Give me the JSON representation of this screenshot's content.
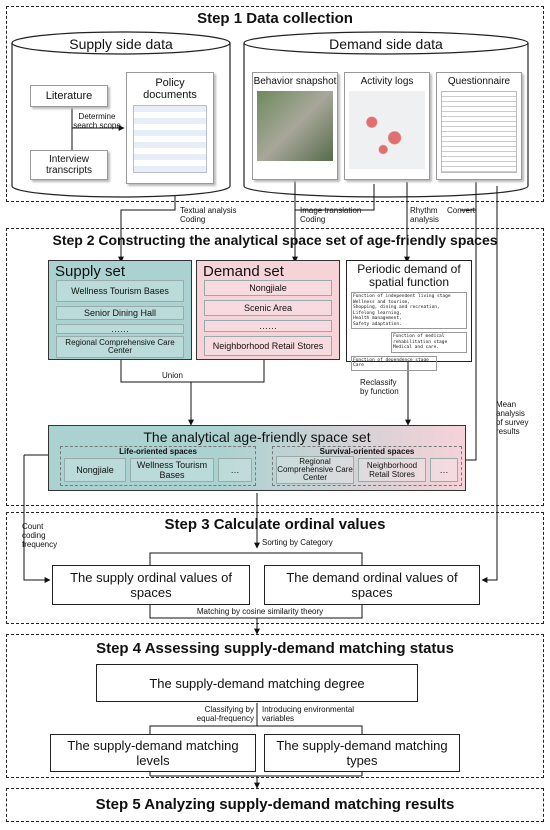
{
  "step1": {
    "title": "Step 1 Data collection",
    "supply_title": "Supply side data",
    "demand_title": "Demand side data",
    "literature": "Literature",
    "policy": "Policy documents",
    "determine": "Determine search scope",
    "interview": "Interview transcripts",
    "behavior": "Behavior snapshot",
    "activity": "Activity logs",
    "questionnaire": "Questionnaire"
  },
  "connectors": {
    "textual": "Textual analysis\nCoding",
    "image": "Image translation\nCoding",
    "rhythm": "Rhythm\nanalysis",
    "convert": "Convert",
    "union": "Union",
    "reclassify": "Reclassify\nby function",
    "mean": "Mean\nanalysis\nof survey\nresults",
    "count": "Count\ncoding\nfrequency",
    "sorting": "Sorting by Category",
    "matching": "Matching by cosine similarity theory",
    "classifying": "Classifying by\nequal-frequency",
    "introducing": "Introducing environmental\nvariables"
  },
  "step2": {
    "title": "Step 2 Constructing the analytical space set of age-friendly spaces",
    "supply_set": "Supply set",
    "supply_items": [
      "Wellness Tourism Bases",
      "Senior Dining Hall",
      "……",
      "Regional Comprehensive Care Center"
    ],
    "demand_set": "Demand set",
    "demand_items": [
      "Nongjiale",
      "Scenic Area",
      "……",
      "Neighborhood Retail Stores"
    ],
    "periodic": "Periodic demand of spatial function",
    "periodic_stage1": "Function of independent living stage",
    "periodic_stage1_detail": "Wellness and tourism,\nShopping, dining and recreation,\nLifelong learning,\nHealth management,\nSafety adaptation.",
    "periodic_stage2": "Function of medical rehabilitation stage",
    "periodic_stage2_detail": "Medical and care.",
    "periodic_stage3": "Function of dependence stage",
    "periodic_stage3_detail": "Care",
    "analytical": "The analytical age-friendly space set",
    "life_title": "Life-oriented spaces",
    "life_items": [
      "Nongjiale",
      "Wellness Tourism Bases",
      "…"
    ],
    "survival_title": "Survival-oriented spaces",
    "survival_items": [
      "Regional Comprehensive Care Center",
      "Neighborhood Retail Stores",
      "…"
    ]
  },
  "step3": {
    "title": "Step 3  Calculate ordinal values",
    "supply_ordinal": "The supply ordinal values of spaces",
    "demand_ordinal": "The demand ordinal values of spaces"
  },
  "step4": {
    "title": "Step 4 Assessing supply-demand matching status",
    "degree": "The supply-demand matching degree",
    "levels": "The supply-demand matching levels",
    "types": "The supply-demand matching types"
  },
  "step5": {
    "title": "Step 5  Analyzing supply-demand matching results"
  }
}
